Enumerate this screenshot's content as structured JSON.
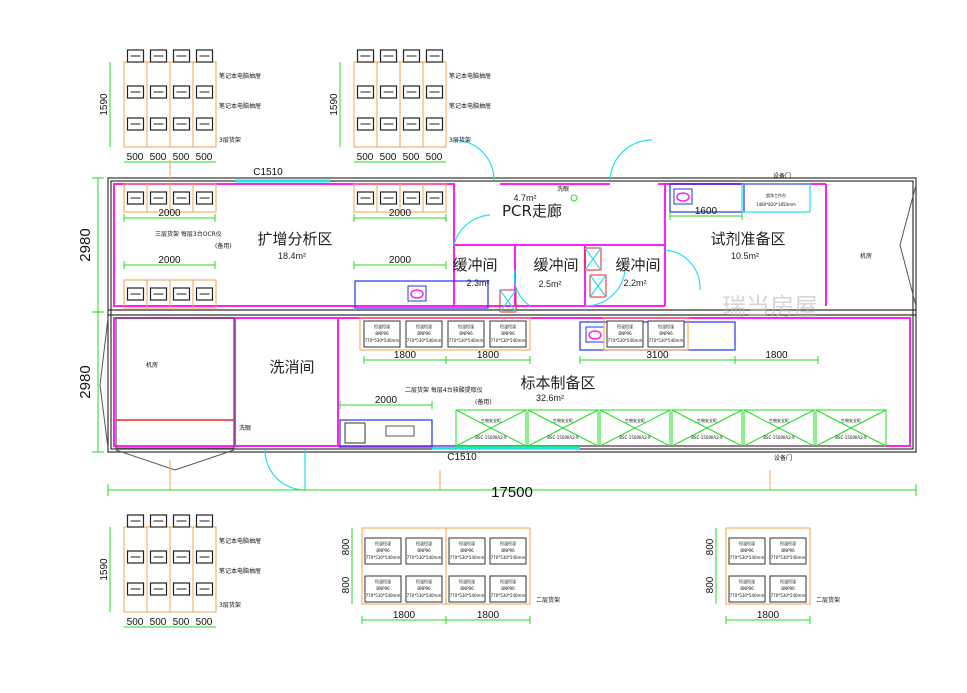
{
  "colors": {
    "wall": "#333333",
    "partition": "#ff22ee",
    "dimension": "#22dd22",
    "shelf": "#f5a34a",
    "door": "#22e0ee",
    "bench": "#2233ee",
    "hazard": "#ee2222"
  },
  "rooms": {
    "amplification": {
      "name": "扩增分析区",
      "area": "18.4m²"
    },
    "pcr_corridor": {
      "name": "PCR走廊",
      "area": "4.7m²"
    },
    "buffer1": {
      "name": "缓冲间",
      "area": "2.3m²"
    },
    "buffer2": {
      "name": "缓冲间",
      "area": "2.5m²"
    },
    "buffer3": {
      "name": "缓冲间",
      "area": "2.2m²"
    },
    "reagent": {
      "name": "试剂准备区",
      "area": "10.5m²"
    },
    "machine_room_right": {
      "name": "机房"
    },
    "machine_room_left": {
      "name": "机房"
    },
    "wash": {
      "name": "洗消间"
    },
    "specimen": {
      "name": "标本制备区",
      "area": "32.6m²"
    }
  },
  "labels": {
    "window_top": "C1510",
    "window_bottom": "C1510",
    "equip_door_top": "设备门",
    "equip_door_bottom": "设备门",
    "eyewash_top": "洗眼",
    "eyewash_bottom": "洗眼",
    "shelf_note_top": "三层货架  每层3台OCR仪",
    "shelf_note_top_sub": "(备用)",
    "shelf_note_bottom": "二层货架  每层4台核酸提取仪",
    "shelf_note_bottom_sub": "(备用)",
    "laptop_drawer": "笔记本电脑抽屉",
    "three_tier_shelf": "3层货架",
    "two_tier_shelf": "二层货架",
    "cabinet_name": "恒温恒湿",
    "cabinet_model": "BNP96",
    "cabinet_size": "770*530*540mm",
    "bsc_name": "生物安全柜",
    "bsc_model": "BSC-1500IIA2-X",
    "clean_bench": "超净工作台",
    "clean_bench_size": "1480*820*1850mm"
  },
  "dimensions": {
    "total_length": "17500",
    "height_top": "2980",
    "height_bottom": "2980",
    "d2000": "2000",
    "d1600": "1600",
    "d3100": "3100",
    "d1800": "1800",
    "d1590": "1590",
    "d500": "500",
    "d800": "800"
  },
  "watermark": "瑞当房屋"
}
